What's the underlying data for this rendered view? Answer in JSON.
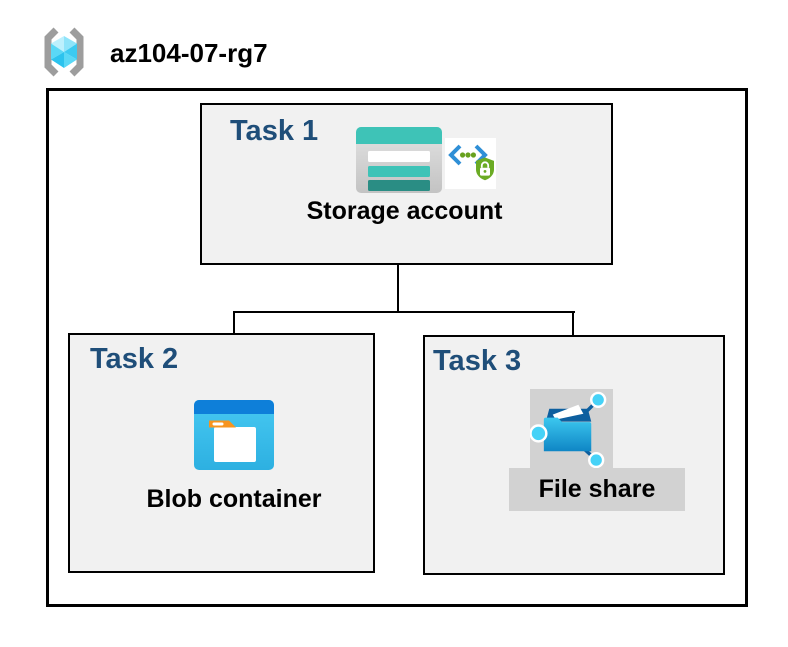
{
  "resource_group": {
    "label": "az104-07-rg7",
    "icon": "resource-group-icon"
  },
  "tasks": [
    {
      "label": "Task 1",
      "item": "Storage account",
      "icons": [
        "storage-account-icon",
        "sas-shield-icon"
      ]
    },
    {
      "label": "Task 2",
      "item": "Blob container",
      "icons": [
        "blob-container-icon"
      ]
    },
    {
      "label": "Task 3",
      "item": "File share",
      "icons": [
        "file-share-icon"
      ]
    }
  ],
  "connectors": [
    {
      "from": "Storage account",
      "to": "Blob container"
    },
    {
      "from": "Storage account",
      "to": "File share"
    }
  ],
  "colors": {
    "task_label": "#1f4e79",
    "box_fill": "#f1f1f1",
    "box_border": "#000000",
    "highlight_gray": "#d2d2d2",
    "storage_teal": "#3ec3b7",
    "storage_teal_dark": "#2a8d84",
    "blob_header_blue": "#0e7fd9",
    "blob_body_cyan": "#3ebfec",
    "blob_tab_orange": "#f7941e",
    "fileshare_dark_blue": "#0d5f9f",
    "fileshare_node_cyan": "#46d2f7",
    "shield_green": "#6bab24",
    "code_bracket_blue": "#2f8fd6",
    "rg_bracket_gray": "#9d9d9d",
    "rg_cube_cyan": "#50d8f6"
  }
}
